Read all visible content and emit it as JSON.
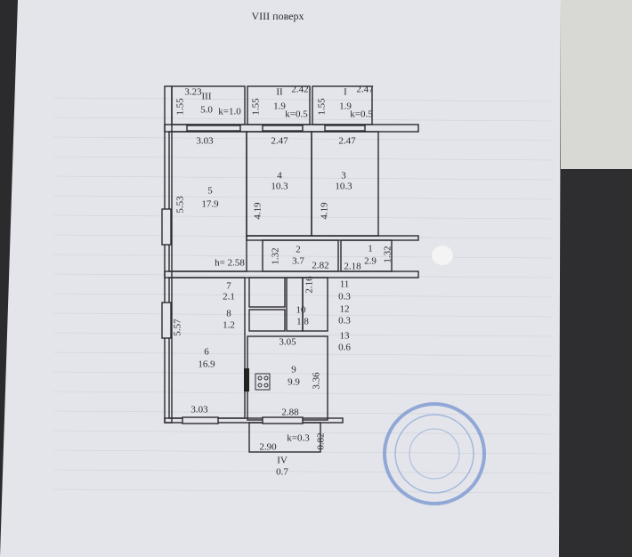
{
  "title": "VIII поверх",
  "colors": {
    "paper": "#e6e7ec",
    "ink": "#2a2a30",
    "stamp": "#5a7fc8",
    "background": "#2b2b2d"
  },
  "balconies": [
    {
      "number": "III",
      "area": "5.0",
      "width": "3.23",
      "depth": "1.55",
      "k": "k=1.0"
    },
    {
      "number": "II",
      "area": "1.9",
      "width": "2.42",
      "depth": "1.55",
      "k": "k=0.5"
    },
    {
      "number": "I",
      "area": "1.9",
      "width": "2.47",
      "depth": "1.55",
      "k": "k=0.5"
    },
    {
      "number": "IV",
      "area": "0.7",
      "width": "2.90",
      "depth": "0.82",
      "k": "k=0.3"
    }
  ],
  "rooms": [
    {
      "number": "1",
      "area": "2.9"
    },
    {
      "number": "2",
      "area": "3.7"
    },
    {
      "number": "3",
      "area": "10.3"
    },
    {
      "number": "4",
      "area": "10.3"
    },
    {
      "number": "5",
      "area": "17.9"
    },
    {
      "number": "6",
      "area": "16.9"
    },
    {
      "number": "7",
      "area": "2.1"
    },
    {
      "number": "8",
      "area": "1.2"
    },
    {
      "number": "9",
      "area": "9.9"
    },
    {
      "number": "10",
      "area": "1.8"
    },
    {
      "number": "11",
      "area": "0.3"
    },
    {
      "number": "12",
      "area": "0.3"
    },
    {
      "number": "13",
      "area": "0.6"
    }
  ],
  "dimensions": [
    "3.03",
    "2.47",
    "2.47",
    "5.53",
    "4.19",
    "4.19",
    "1.32",
    "1.32",
    "h= 2.58",
    "2.82",
    "2.18",
    "2.16",
    "5.57",
    "3.05",
    "3.36",
    "3.03",
    "2.88"
  ]
}
